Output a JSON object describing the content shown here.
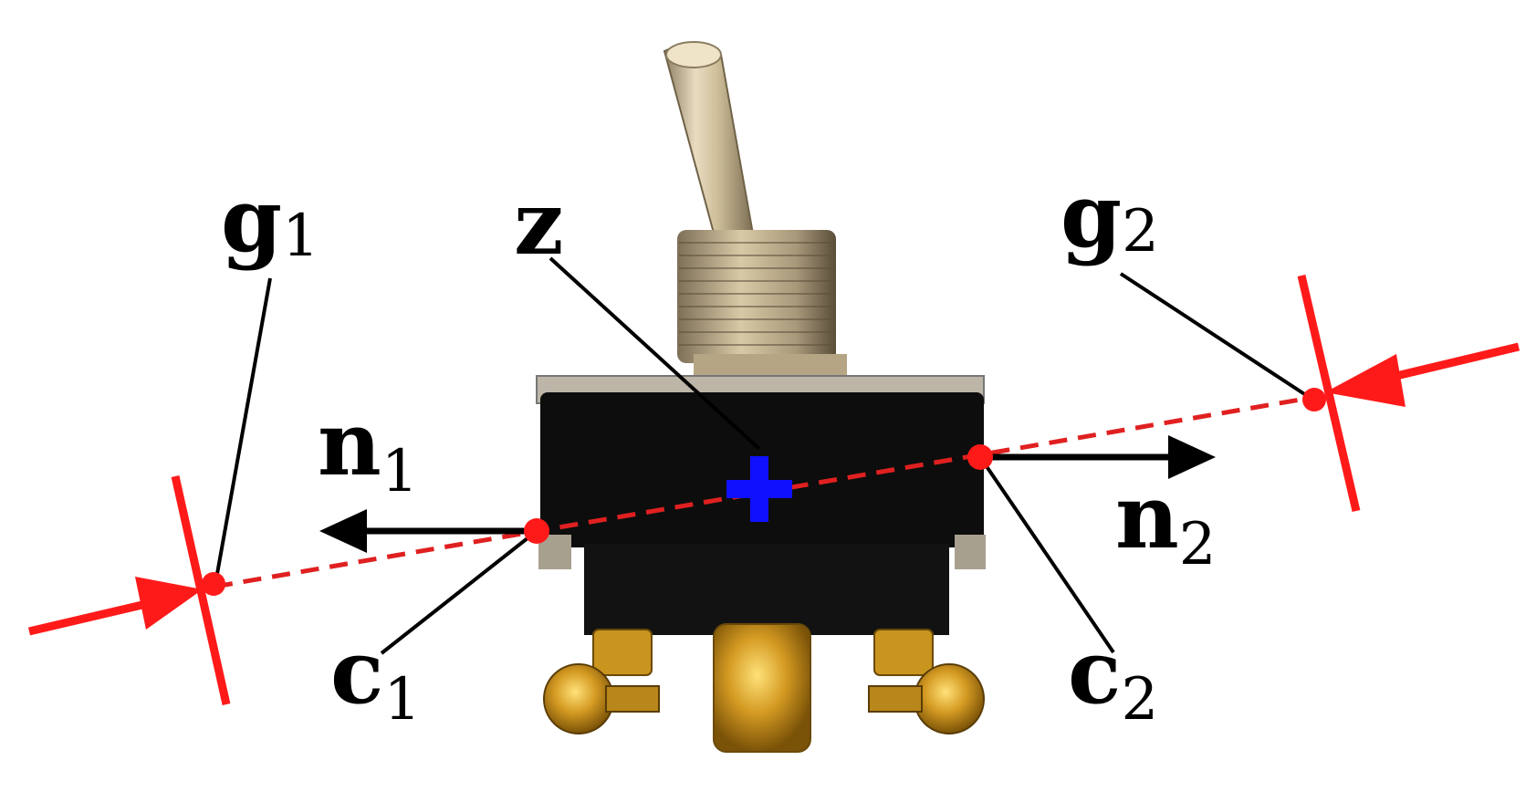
{
  "labels": {
    "g1": {
      "main": "g",
      "sub": "1"
    },
    "g2": {
      "main": "g",
      "sub": "2"
    },
    "z": {
      "main": "z"
    },
    "n1": {
      "main": "n",
      "sub": "1"
    },
    "n2": {
      "main": "n",
      "sub": "2"
    },
    "c1": {
      "main": "c",
      "sub": "1"
    },
    "c2": {
      "main": "c",
      "sub": "2"
    }
  },
  "colors": {
    "background": "#ffffff",
    "gripper_marks": "#ff1a1a",
    "contact_points": "#ff1a1a",
    "axis_line": "#e02020",
    "normals": "#000000",
    "leaders": "#000000",
    "center_marker": "#1010ff",
    "switch_body": "#0d0d0d",
    "switch_lever": "#c9bca0",
    "terminals": "#c8961e"
  },
  "icons": {
    "object": "toggle-switch-photo",
    "center": "plus-marker",
    "grasp": "arrow-bar-marker"
  }
}
